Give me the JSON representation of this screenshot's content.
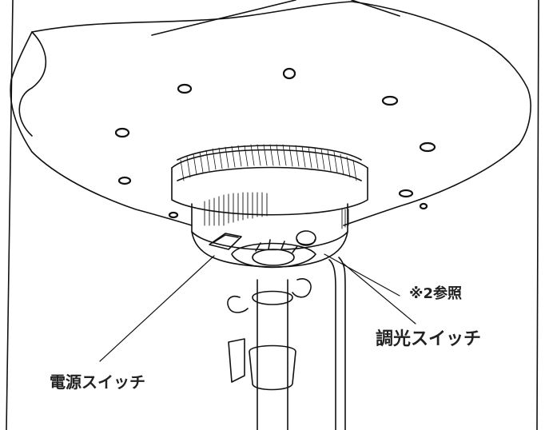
{
  "labels": {
    "reference_note": "※2参照",
    "dimmer_switch": "調光スイッチ",
    "power_switch": "電源スイッチ"
  },
  "colors": {
    "line": "#111111",
    "label_text": "#222222",
    "background": "#ffffff"
  }
}
